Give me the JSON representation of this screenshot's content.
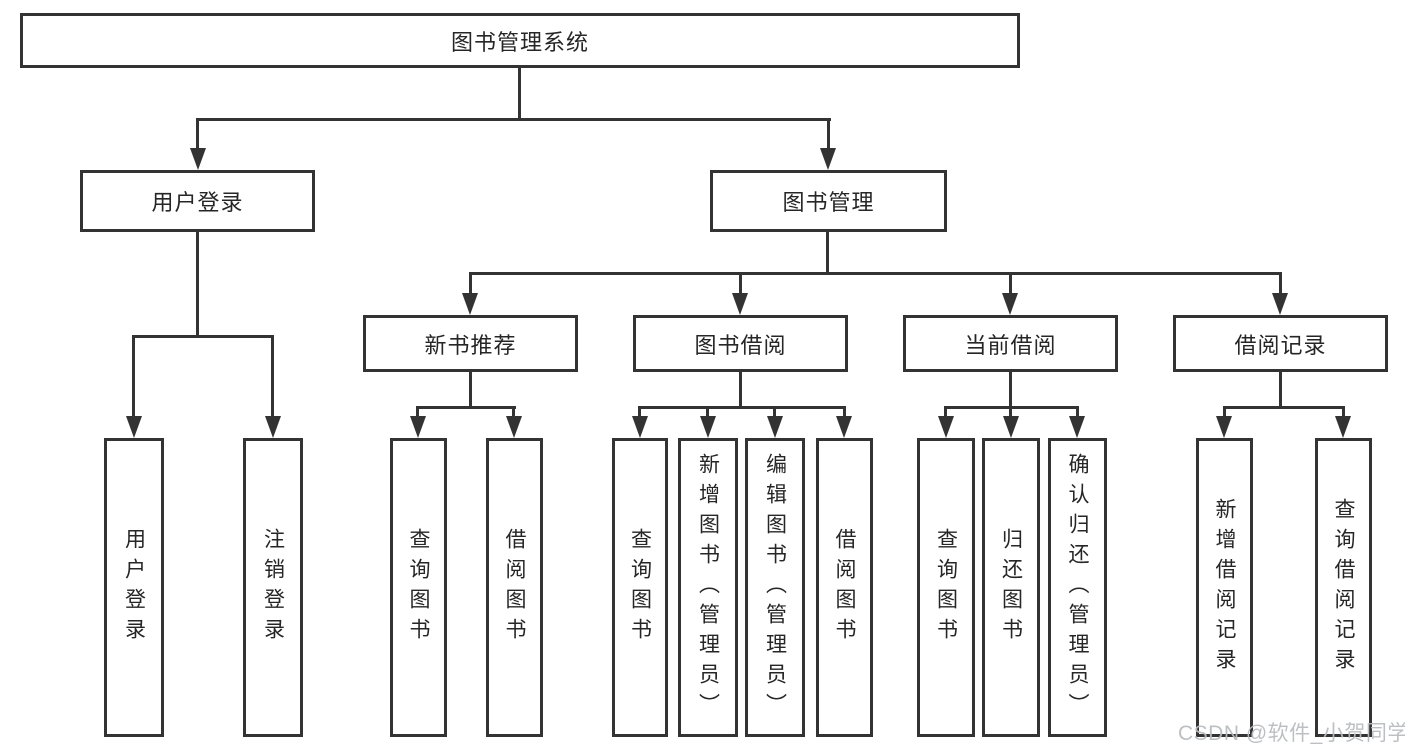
{
  "diagram": {
    "root": {
      "label": "图书管理系统"
    },
    "branches": {
      "user_login": {
        "label": "用户登录",
        "children": [
          {
            "label": "用户登录"
          },
          {
            "label": "注销登录"
          }
        ]
      },
      "book_mgmt": {
        "label": "图书管理",
        "children": [
          {
            "label": "新书推荐",
            "children": [
              {
                "label": "查询图书"
              },
              {
                "label": "借阅图书"
              }
            ]
          },
          {
            "label": "图书借阅",
            "children": [
              {
                "label": "查询图书"
              },
              {
                "label": "新增图书（管理员）"
              },
              {
                "label": "编辑图书（管理员）"
              },
              {
                "label": "借阅图书"
              }
            ]
          },
          {
            "label": "当前借阅",
            "children": [
              {
                "label": "查询图书"
              },
              {
                "label": "归还图书"
              },
              {
                "label": "确认归还（管理员）"
              }
            ]
          },
          {
            "label": "借阅记录",
            "children": [
              {
                "label": "新增借阅记录"
              },
              {
                "label": "查询借阅记录"
              }
            ]
          }
        ]
      }
    }
  },
  "watermark": {
    "text": "CSDN @软件_小贺同学"
  },
  "colors": {
    "line": "#333333",
    "text": "#262626",
    "box_fill": "#ffffff",
    "background": "#ffffff",
    "watermark": "#b9bdc0"
  }
}
